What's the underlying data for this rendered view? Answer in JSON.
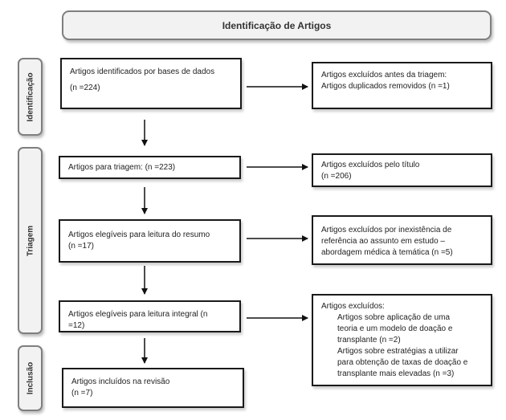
{
  "header": {
    "title": "Identificação de Artigos"
  },
  "stages": {
    "identificacao": "Identificação",
    "triagem": "Triagem",
    "inclusao": "Inclusão"
  },
  "left_boxes": {
    "identified_label": "Artigos identificados por bases de dados",
    "identified_count": "(n =224)",
    "screening": "Artigos para triagem: (n =223)",
    "abstract_label": "Artigos elegíveis para leitura do resumo",
    "abstract_count": "(n =17)",
    "fulltext_label": "Artigos elegíveis para leitura integral (n",
    "fulltext_count": "=12)",
    "included_label": "Artigos incluídos na revisão",
    "included_count": "(n =7)"
  },
  "right_boxes": {
    "before_screening_1": "Artigos excluídos antes da triagem:",
    "before_screening_2": "Artigos duplicados removidos (n =1)",
    "by_title_1": "Artigos excluídos pelo título",
    "by_title_2": "(n =206)",
    "nonexistence_1": "Artigos excluídos por inexistência de",
    "nonexistence_2": "referência ao assunto em estudo –",
    "nonexistence_3": "abordagem médica à temática (n =5)",
    "excluded_title": "Artigos excluídos:",
    "excluded_a1": "Artigos sobre aplicação de uma",
    "excluded_a2": "teoria e um modelo de doação e",
    "excluded_a3": "transplante (n =2)",
    "excluded_b1": "Artigos sobre estratégias a utilizar",
    "excluded_b2": "para obtenção de taxas de doação e",
    "excluded_b3": "transplante mais elevadas (n =3)"
  }
}
